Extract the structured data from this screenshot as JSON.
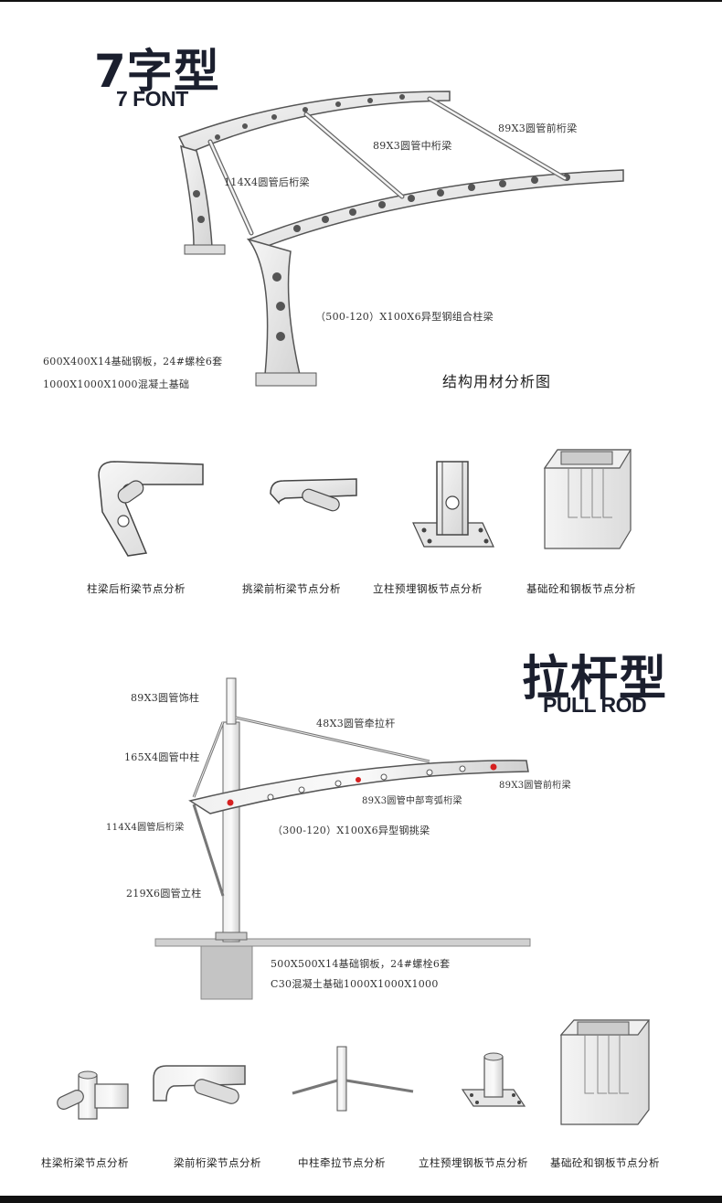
{
  "section1": {
    "title_cn": "7字型",
    "title_en": "7 FONT",
    "labels": {
      "front_beam": "89X3圆管前桁梁",
      "middle_beam": "89X3圆管中桁梁",
      "rear_beam": "114X4圆管后桁梁",
      "column_beam": "（500-120）X100X6异型钢组合柱梁",
      "base_plate": "600X400X14基础钢板，24#螺栓6套",
      "foundation": "1000X1000X1000混凝土基础"
    },
    "analysis_title": "结构用材分析图",
    "nodes": [
      "柱梁后桁梁节点分析",
      "挑梁前桁梁节点分析",
      "立柱预埋钢板节点分析",
      "基础砼和钢板节点分析"
    ]
  },
  "section2": {
    "title_cn": "拉杆型",
    "title_en": "PULL ROD",
    "labels": {
      "decor_column": "89X3圆管饰柱",
      "pull_rod": "48X3圆管牵拉杆",
      "mid_column": "165X4圆管中柱",
      "front_beam": "89X3圆管前桁梁",
      "arc_beam": "89X3圆管中部弯弧桁梁",
      "rear_beam": "114X4圆管后桁梁",
      "cantilever": "（300-120）X100X6异型钢挑梁",
      "column": "219X6圆管立柱",
      "base_plate": "500X500X14基础钢板，24#螺栓6套",
      "foundation": "C30混凝土基础1000X1000X1000"
    },
    "nodes": [
      "柱梁桁梁节点分析",
      "梁前桁梁节点分析",
      "中柱牵拉节点分析",
      "立柱预埋钢板节点分析",
      "基础砼和钢板节点分析"
    ]
  },
  "colors": {
    "steel_fill": "#e8e8e8",
    "steel_stroke": "#555555",
    "title_color": "#1b1f2e",
    "accent_red": "#d62020"
  }
}
